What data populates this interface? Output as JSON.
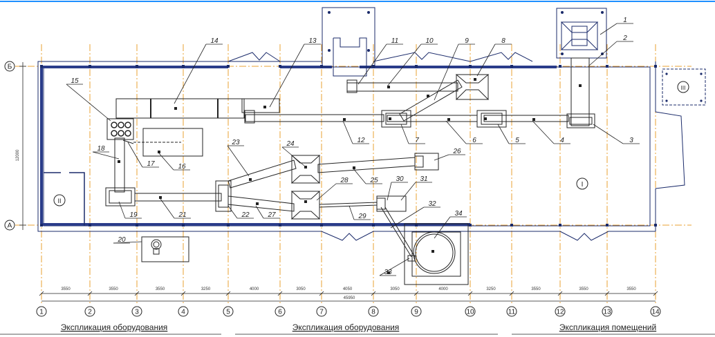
{
  "rows": {
    "top": "Б",
    "bottom": "А"
  },
  "columns": [
    "1",
    "2",
    "3",
    "4",
    "5",
    "6",
    "7",
    "8",
    "9",
    "10",
    "11",
    "12",
    "13",
    "14"
  ],
  "spans": [
    "3550",
    "3550",
    "3550",
    "3250",
    "4000",
    "3050",
    "4050",
    "3050",
    "4000",
    "3250",
    "3550",
    "3550",
    "3550"
  ],
  "total_length": "45950",
  "height_dim": "12000",
  "equipment_labels": [
    "1",
    "2",
    "3",
    "4",
    "5",
    "6",
    "7",
    "8",
    "9",
    "10",
    "11",
    "12",
    "13",
    "14",
    "15",
    "16",
    "17",
    "18",
    "19",
    "20",
    "21",
    "22",
    "23",
    "24",
    "25",
    "26",
    "27",
    "28",
    "29",
    "30",
    "31",
    "32",
    "33",
    "34"
  ],
  "rooms": {
    "main": "I",
    "left": "II",
    "right": "III"
  },
  "footer": {
    "left": "Экспликация оборудования",
    "center": "Экспликация оборудования",
    "right": "Экспликация помещений"
  },
  "colors": {
    "axis": "#e8a030",
    "wall": "#1a2a6a",
    "line": "#222222",
    "hatch": "#2a3c8a",
    "accent": "#1e90ff"
  }
}
